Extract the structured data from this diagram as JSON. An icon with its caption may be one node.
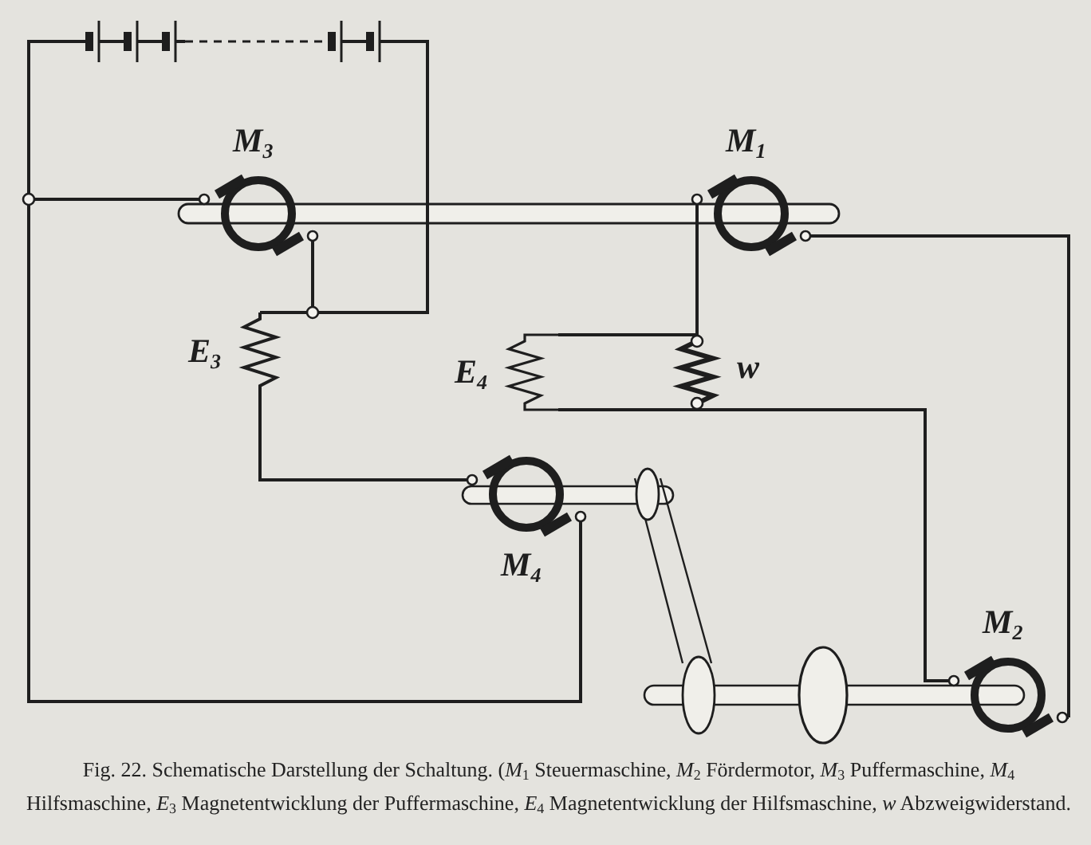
{
  "diagram": {
    "caption": "Fig. 22. Schematische Darstellung der Schaltung. (*M*$_{1}$ Steuermaschine, *M*$_{2}$ Fördermotor, *M*$_{3}$ Puffermaschine, *M*$_{4}$ Hilfsmaschine, *E*$_{3}$ Magnetentwicklung der Puffermaschine, *E*$_{4}$ Magnetentwicklung der Hilfsmaschine, *w* Abzweigwiderstand.",
    "nodes": [
      {
        "text": [],
        "shape": "battery"
      },
      {
        "text": [
          "M$_{3}$"
        ]
      },
      {
        "text": [
          "M$_{1}$"
        ]
      },
      {
        "text": [
          "E$_{3}$"
        ]
      },
      {
        "text": [
          "E$_{4}$"
        ]
      },
      {
        "text": [
          "w"
        ]
      },
      {
        "text": [
          "M$_{4}$"
        ]
      },
      {
        "text": [
          "M$_{2}$"
        ]
      }
    ],
    "edges": [
      {
        "from": 0,
        "to": 1,
        "arrow": "none"
      },
      {
        "from": 0,
        "to": 6,
        "arrow": "none"
      },
      {
        "from": 0,
        "to": 1,
        "arrow": "none"
      },
      {
        "from": 0,
        "to": 3,
        "arrow": "none"
      },
      {
        "from": 3,
        "to": 6,
        "arrow": "none"
      },
      {
        "from": 2,
        "to": 4,
        "arrow": "none"
      },
      {
        "from": 2,
        "to": 5,
        "arrow": "none"
      },
      {
        "from": 4,
        "to": 5,
        "arrow": "none"
      },
      {
        "from": 5,
        "to": 7,
        "arrow": "none"
      },
      {
        "from": 2,
        "to": 7,
        "arrow": "none"
      }
    ]
  }
}
